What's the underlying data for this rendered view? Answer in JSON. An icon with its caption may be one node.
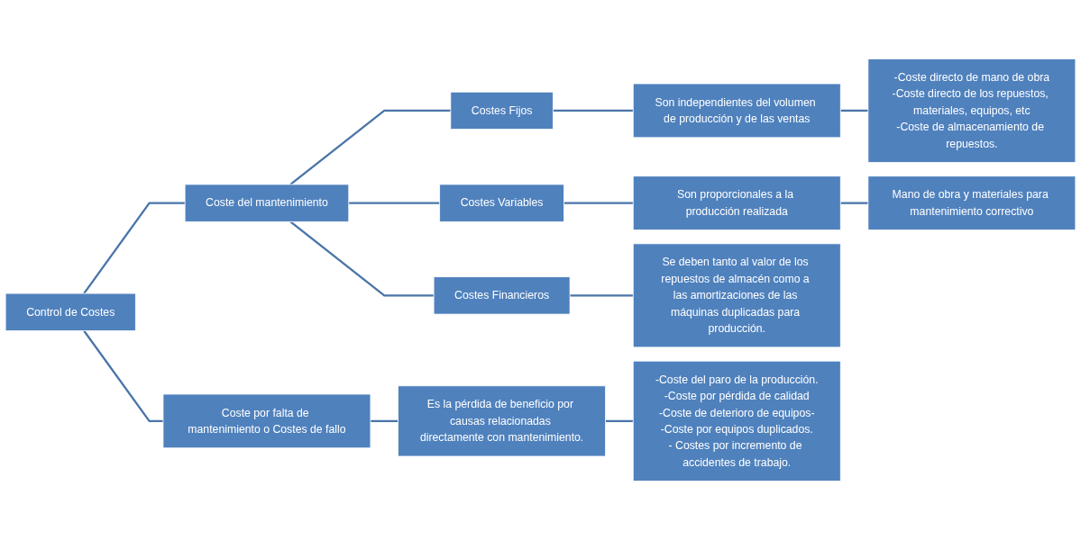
{
  "diagram": {
    "nodes": [
      {
        "text": [
          "Control de Costes"
        ]
      },
      {
        "text": [
          "Coste del mantenimiento"
        ]
      },
      {
        "text": [
          "Coste por falta de mantenimiento o Costes de fallo"
        ]
      },
      {
        "text": [
          "Costes Fijos"
        ]
      },
      {
        "text": [
          "Costes Variables"
        ]
      },
      {
        "text": [
          "Costes Financieros"
        ]
      },
      {
        "text": [
          "Son independientes del volumen de producción y de las ventas"
        ]
      },
      {
        "text": [
          "-Coste directo de mano de obra",
          "-Coste directo de los repuestos, materiales, equipos, etc",
          "-Coste de almacenamiento de repuestos."
        ]
      },
      {
        "text": [
          "Son proporcionales a la producción realizada"
        ]
      },
      {
        "text": [
          "Mano de obra y materiales para mantenimiento correctivo"
        ]
      },
      {
        "text": [
          "Se deben tanto al valor de los repuestos de almacén como a las amortizaciones de las máquinas duplicadas para producción."
        ]
      },
      {
        "text": [
          "Es la pérdida de beneficio por causas relacionadas directamente con mantenimiento."
        ]
      },
      {
        "text": [
          "-Coste del paro de la producción.",
          "-Coste por pérdida de calidad",
          "-Coste de deterioro de equipos-",
          "-Coste por equipos duplicados.",
          "- Costes por incremento de accidentes de trabajo."
        ]
      }
    ],
    "edges": [
      {
        "from": 0,
        "to": 1,
        "arrow": "none"
      },
      {
        "from": 0,
        "to": 2,
        "arrow": "none"
      },
      {
        "from": 1,
        "to": 3,
        "arrow": "none"
      },
      {
        "from": 1,
        "to": 4,
        "arrow": "none"
      },
      {
        "from": 1,
        "to": 5,
        "arrow": "none"
      },
      {
        "from": 3,
        "to": 6,
        "arrow": "none"
      },
      {
        "from": 6,
        "to": 7,
        "arrow": "none"
      },
      {
        "from": 4,
        "to": 8,
        "arrow": "none"
      },
      {
        "from": 8,
        "to": 9,
        "arrow": "none"
      },
      {
        "from": 5,
        "to": 10,
        "arrow": "none"
      },
      {
        "from": 2,
        "to": 11,
        "arrow": "none"
      },
      {
        "from": 11,
        "to": 12,
        "arrow": "none"
      }
    ]
  }
}
